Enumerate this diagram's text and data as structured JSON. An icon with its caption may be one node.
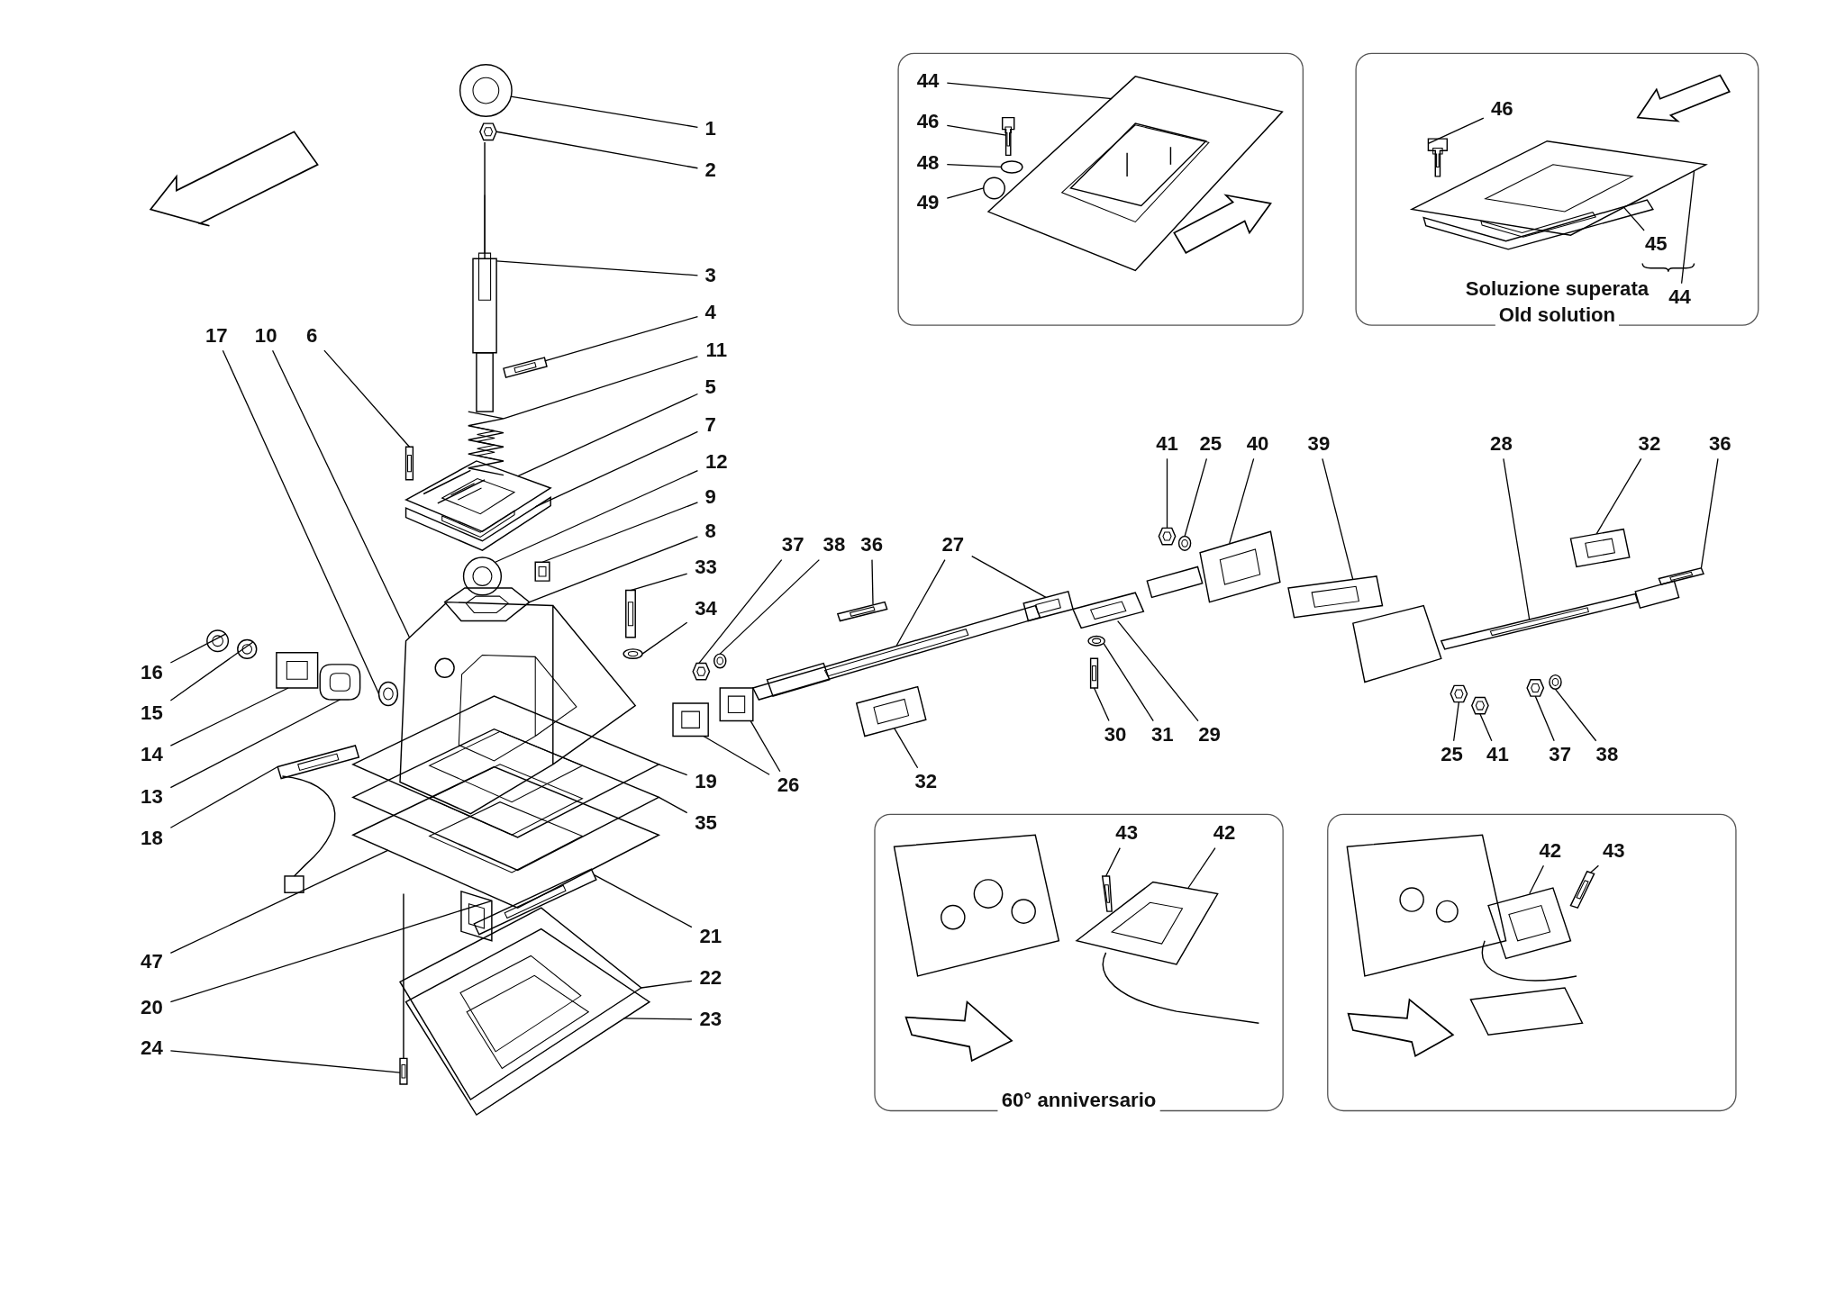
{
  "diagram": {
    "nodes": [
      {
        "text": [],
        "shape": "box"
      },
      {
        "text": [
          "44"
        ],
        "in": 0
      },
      {
        "text": [
          "46"
        ],
        "in": 0
      },
      {
        "text": [
          "48"
        ],
        "in": 0
      },
      {
        "text": [
          "49"
        ],
        "in": 0
      },
      {
        "text": [
          "Soluzione superata",
          "Old solution"
        ]
      },
      {
        "text": [
          "46"
        ],
        "in": 5
      },
      {
        "text": [
          "45"
        ],
        "in": 5
      },
      {
        "text": [
          "44"
        ],
        "in": 5
      },
      {
        "text": [
          "1"
        ]
      },
      {
        "text": [
          "2"
        ]
      },
      {
        "text": [
          "17"
        ]
      },
      {
        "text": [
          "10"
        ]
      },
      {
        "text": [
          "6"
        ]
      },
      {
        "text": [
          "3"
        ]
      },
      {
        "text": [
          "4"
        ]
      },
      {
        "text": [
          "11"
        ]
      },
      {
        "text": [
          "5"
        ]
      },
      {
        "text": [
          "7"
        ]
      },
      {
        "text": [
          "12"
        ]
      },
      {
        "text": [
          "9"
        ]
      },
      {
        "text": [
          "8"
        ]
      },
      {
        "text": [
          "41"
        ]
      },
      {
        "text": [
          "25"
        ]
      },
      {
        "text": [
          "40"
        ]
      },
      {
        "text": [
          "39"
        ]
      },
      {
        "text": [
          "28"
        ]
      },
      {
        "text": [
          "32"
        ]
      },
      {
        "text": [
          "36"
        ]
      },
      {
        "text": [
          "37"
        ]
      },
      {
        "text": [
          "38"
        ]
      },
      {
        "text": [
          "36"
        ]
      },
      {
        "text": [
          "27"
        ]
      },
      {
        "text": [
          "33"
        ]
      },
      {
        "text": [
          "34"
        ]
      },
      {
        "text": [
          "16"
        ]
      },
      {
        "text": [
          "15"
        ]
      },
      {
        "text": [
          "14"
        ]
      },
      {
        "text": [
          "13"
        ]
      },
      {
        "text": [
          "18"
        ]
      },
      {
        "text": [
          "30"
        ]
      },
      {
        "text": [
          "31"
        ]
      },
      {
        "text": [
          "29"
        ]
      },
      {
        "text": [
          "25"
        ]
      },
      {
        "text": [
          "41"
        ]
      },
      {
        "text": [
          "37"
        ]
      },
      {
        "text": [
          "38"
        ]
      },
      {
        "text": [
          "19"
        ]
      },
      {
        "text": [
          "26"
        ]
      },
      {
        "text": [
          "32"
        ]
      },
      {
        "text": [
          "35"
        ]
      },
      {
        "text": [
          "60° anniversario"
        ]
      },
      {
        "text": [
          "43"
        ],
        "in": 51
      },
      {
        "text": [
          "42"
        ],
        "in": 51
      },
      {
        "text": [],
        "shape": "box"
      },
      {
        "text": [
          "42"
        ],
        "in": 54
      },
      {
        "text": [
          "43"
        ],
        "in": 54
      },
      {
        "text": [
          "47"
        ]
      },
      {
        "text": [
          "21"
        ]
      },
      {
        "text": [
          "22"
        ]
      },
      {
        "text": [
          "20"
        ]
      },
      {
        "text": [
          "23"
        ]
      },
      {
        "text": [
          "24"
        ]
      },
      {
        "text": [],
        "shape": "picture",
        "in": 0
      },
      {
        "text": [],
        "shape": "picture",
        "in": 0
      },
      {
        "text": [],
        "shape": "circle",
        "in": 0
      },
      {
        "text": [],
        "shape": "circle",
        "in": 0
      },
      {
        "text": [],
        "shape": "picture",
        "in": 5
      },
      {
        "text": [],
        "shape": "picture",
        "in": 5
      },
      {
        "text": [],
        "shape": "picture",
        "in": 5
      },
      {
        "text": [],
        "shape": "picture"
      },
      {
        "text": [],
        "shape": "picture"
      },
      {
        "text": [],
        "shape": "picture"
      },
      {
        "text": [],
        "shape": "picture"
      },
      {
        "text": [],
        "shape": "picture"
      },
      {
        "text": [],
        "shape": "picture"
      },
      {
        "text": [],
        "shape": "picture"
      },
      {
        "text": [],
        "shape": "picture"
      },
      {
        "text": [],
        "shape": "picture"
      },
      {
        "text": [],
        "shape": "picture"
      },
      {
        "text": [],
        "shape": "picture"
      },
      {
        "text": [],
        "shape": "picture"
      },
      {
        "text": [],
        "shape": "picture"
      },
      {
        "text": [],
        "shape": "picture"
      },
      {
        "text": [],
        "shape": "picture"
      },
      {
        "text": [],
        "shape": "picture"
      },
      {
        "text": [],
        "shape": "picture"
      },
      {
        "text": [],
        "shape": "picture"
      },
      {
        "text": [],
        "shape": "picture"
      },
      {
        "text": [],
        "shape": "picture"
      },
      {
        "text": [],
        "shape": "picture"
      },
      {
        "text": [],
        "shape": "picture"
      },
      {
        "text": [],
        "shape": "picture"
      },
      {
        "text": [],
        "shape": "picture"
      },
      {
        "text": [],
        "shape": "picture"
      },
      {
        "text": [],
        "shape": "picture"
      },
      {
        "text": [],
        "shape": "picture"
      },
      {
        "text": [],
        "shape": "picture"
      },
      {
        "text": [],
        "shape": "picture"
      },
      {
        "text": [],
        "shape": "picture"
      },
      {
        "text": [],
        "shape": "picture"
      },
      {
        "text": [],
        "shape": "picture"
      },
      {
        "text": [],
        "shape": "picture"
      },
      {
        "text": [],
        "shape": "picture"
      },
      {
        "text": [],
        "shape": "picture"
      },
      {
        "text": [],
        "shape": "picture"
      },
      {
        "text": [],
        "shape": "picture"
      },
      {
        "text": [],
        "shape": "picture"
      },
      {
        "text": [],
        "shape": "picture"
      },
      {
        "text": [],
        "shape": "picture"
      },
      {
        "text": [],
        "shape": "picture"
      },
      {
        "text": [],
        "shape": "picture"
      },
      {
        "text": [],
        "shape": "picture"
      },
      {
        "text": [],
        "shape": "picture"
      },
      {
        "text": [],
        "shape": "picture",
        "in": 51
      },
      {
        "text": [],
        "shape": "picture",
        "in": 51
      },
      {
        "text": [],
        "shape": "picture",
        "in": 54
      },
      {
        "text": [],
        "shape": "picture",
        "in": 54
      },
      {
        "text": [],
        "shape": "picture"
      },
      {
        "text": [],
        "shape": "picture"
      },
      {
        "text": [],
        "shape": "picture"
      },
      {
        "text": [],
        "shape": "picture"
      },
      {
        "text": [],
        "shape": "picture"
      },
      {
        "text": [],
        "shape": "picture"
      }
    ],
    "edges": [
      {
        "from": 1,
        "to": 63,
        "arrow": "none"
      },
      {
        "from": 2,
        "to": 64,
        "arrow": "none"
      },
      {
        "from": 3,
        "to": 65,
        "arrow": "none"
      },
      {
        "from": 4,
        "to": 66,
        "arrow": "none"
      },
      {
        "from": 6,
        "to": 67,
        "arrow": "none"
      },
      {
        "from": 7,
        "to": 68,
        "arrow": "none"
      },
      {
        "from": 8,
        "to": 69,
        "arrow": "none"
      },
      {
        "from": 9,
        "to": 70,
        "arrow": "none"
      },
      {
        "from": 10,
        "to": 71,
        "arrow": "none"
      },
      {
        "from": 11,
        "to": 72,
        "arrow": "none"
      },
      {
        "from": 12,
        "to": 73,
        "arrow": "none"
      },
      {
        "from": 13,
        "to": 74,
        "arrow": "none"
      },
      {
        "from": 14,
        "to": 75,
        "arrow": "none"
      },
      {
        "from": 15,
        "to": 76,
        "arrow": "none"
      },
      {
        "from": 16,
        "to": 77,
        "arrow": "none"
      },
      {
        "from": 17,
        "to": 78,
        "arrow": "none"
      },
      {
        "from": 18,
        "to": 79,
        "arrow": "none"
      },
      {
        "from": 19,
        "to": 80,
        "arrow": "none"
      },
      {
        "from": 20,
        "to": 81,
        "arrow": "none"
      },
      {
        "from": 21,
        "to": 82,
        "arrow": "none"
      },
      {
        "from": 22,
        "to": 83,
        "arrow": "none"
      },
      {
        "from": 23,
        "to": 84,
        "arrow": "none"
      },
      {
        "from": 24,
        "to": 85,
        "arrow": "none"
      },
      {
        "from": 25,
        "to": 86,
        "arrow": "none"
      },
      {
        "from": 26,
        "to": 87,
        "arrow": "none"
      },
      {
        "from": 27,
        "to": 88,
        "arrow": "none"
      },
      {
        "from": 28,
        "to": 89,
        "arrow": "none"
      },
      {
        "from": 29,
        "to": 90,
        "arrow": "none"
      },
      {
        "from": 30,
        "to": 91,
        "arrow": "none"
      },
      {
        "from": 31,
        "to": 92,
        "arrow": "none"
      },
      {
        "from": 32,
        "to": 93,
        "arrow": "none"
      },
      {
        "from": 32,
        "to": 94,
        "arrow": "none"
      },
      {
        "from": 33,
        "to": 95,
        "arrow": "none"
      },
      {
        "from": 34,
        "to": 96,
        "arrow": "none"
      },
      {
        "from": 35,
        "to": 97,
        "arrow": "none"
      },
      {
        "from": 36,
        "to": 98,
        "arrow": "none"
      },
      {
        "from": 37,
        "to": 99,
        "arrow": "none"
      },
      {
        "from": 38,
        "to": 100,
        "arrow": "none"
      },
      {
        "from": 39,
        "to": 101,
        "arrow": "none"
      },
      {
        "from": 40,
        "to": 102,
        "arrow": "none"
      },
      {
        "from": 41,
        "to": 103,
        "arrow": "none"
      },
      {
        "from": 42,
        "to": 104,
        "arrow": "none"
      },
      {
        "from": 43,
        "to": 105,
        "arrow": "none"
      },
      {
        "from": 44,
        "to": 106,
        "arrow": "none"
      },
      {
        "from": 45,
        "to": 107,
        "arrow": "none"
      },
      {
        "from": 46,
        "to": 108,
        "arrow": "none"
      },
      {
        "from": 47,
        "to": 109,
        "arrow": "none"
      },
      {
        "from": 48,
        "to": 110,
        "arrow": "none"
      },
      {
        "from": 48,
        "to": 111,
        "arrow": "none"
      },
      {
        "from": 49,
        "to": 112,
        "arrow": "none"
      },
      {
        "from": 50,
        "to": 113,
        "arrow": "none"
      },
      {
        "from": 52,
        "to": 114,
        "arrow": "none"
      },
      {
        "from": 53,
        "to": 115,
        "arrow": "none"
      },
      {
        "from": 55,
        "to": 116,
        "arrow": "none"
      },
      {
        "from": 56,
        "to": 117,
        "arrow": "none"
      },
      {
        "from": 57,
        "to": 118,
        "arrow": "none"
      },
      {
        "from": 58,
        "to": 119,
        "arrow": "none"
      },
      {
        "from": 59,
        "to": 120,
        "arrow": "none"
      },
      {
        "from": 60,
        "to": 121,
        "arrow": "none"
      },
      {
        "from": 61,
        "to": 122,
        "arrow": "none"
      },
      {
        "from": 62,
        "to": 123,
        "arrow": "none"
      }
    ]
  }
}
